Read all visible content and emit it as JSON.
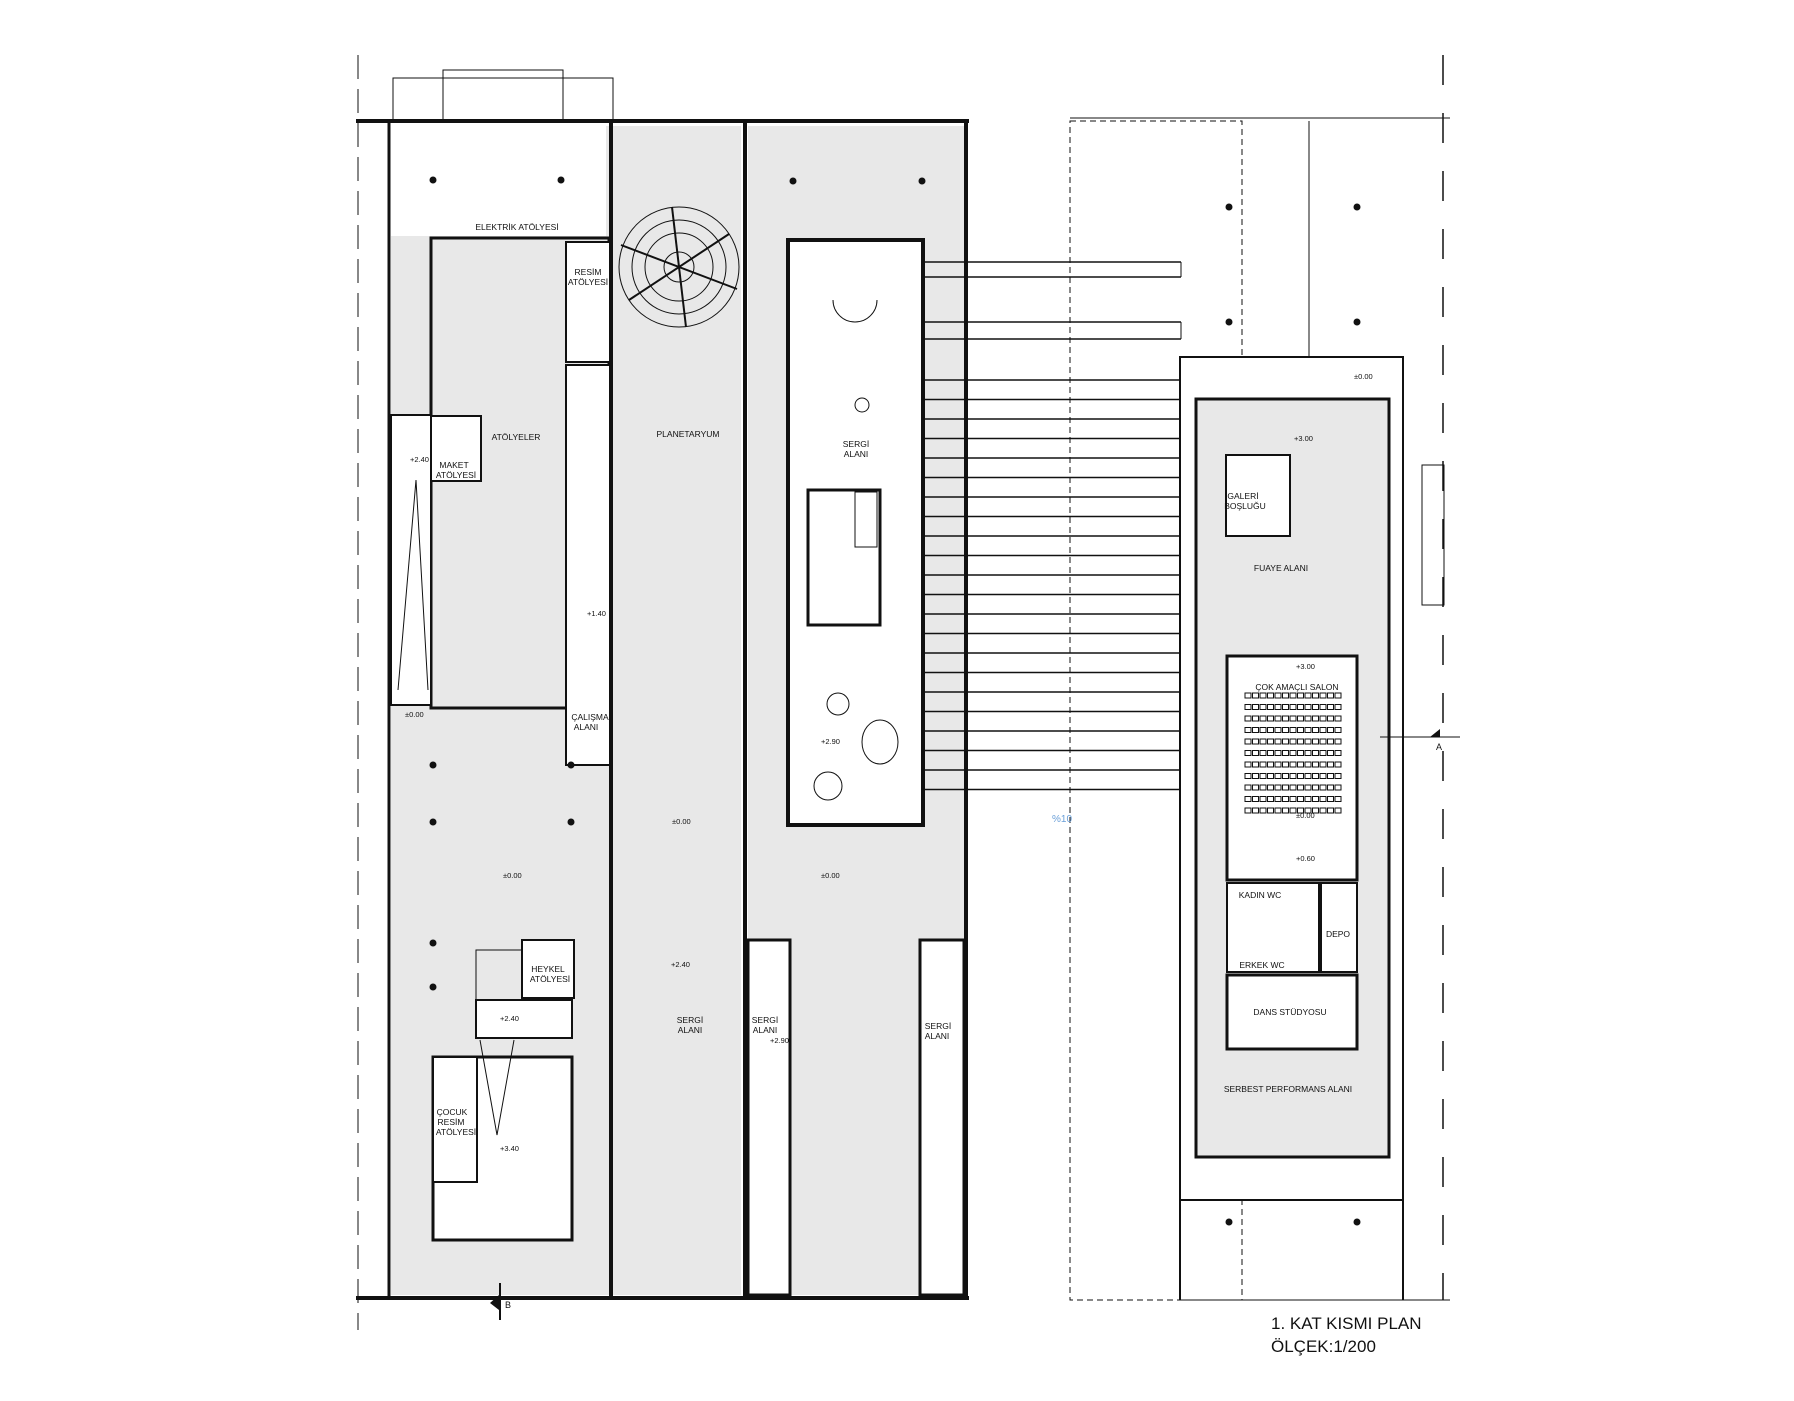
{
  "title": {
    "line1": "1. KAT KISMI PLAN",
    "line2": "ÖLÇEK:1/200"
  },
  "rooms": {
    "elektrik": "ELEKTRİK ATÖLYESİ",
    "resim1": "RESİM",
    "resim2": "ATÖLYESİ",
    "atolyeler": "ATÖLYELER",
    "maket1": "MAKET",
    "maket2": "ATÖLYESİ",
    "planetaryum": "PLANETARYUM",
    "sergi1": "SERGİ",
    "sergi2": "ALANI",
    "calisma1": "ÇALIŞMA",
    "calisma2": "ALANI",
    "heykel1": "HEYKEL",
    "heykel2": "ATÖLYESİ",
    "cocuk1": "ÇOCUK",
    "cocuk2": "RESİM",
    "cocuk3": "ATÖLYESİ",
    "galeri1": "GALERİ",
    "galeri2": "BOŞLUĞU",
    "fuaye": "FUAYE ALANI",
    "salon": "ÇOK AMAÇLI SALON",
    "kadin_wc": "KADIN WC",
    "depo": "DEPO",
    "erkek_wc": "ERKEK WC",
    "dans": "DANS STÜDYOSU",
    "serbest": "SERBEST PERFORMANS ALANI"
  },
  "elevations": {
    "e1": "+2.40",
    "e2": "±0.00",
    "e3": "+1.40",
    "e4": "±0.00",
    "e5": "±0.00",
    "e6": "±0.00",
    "e7": "+2.90",
    "e8": "+2.40",
    "e9": "+2.40",
    "e10": "+3.40",
    "e11": "+2.90",
    "e12": "±0.00",
    "e13": "+3.00",
    "e14": "+3.00",
    "e15": "±0.00",
    "e16": "+0.60"
  },
  "ramp_slope": "%10",
  "section_markers": {
    "a": "A",
    "b": "B"
  },
  "colors": {
    "floor": "#e8e8e8",
    "line": "#111111",
    "slope": "#6a9fd8"
  }
}
